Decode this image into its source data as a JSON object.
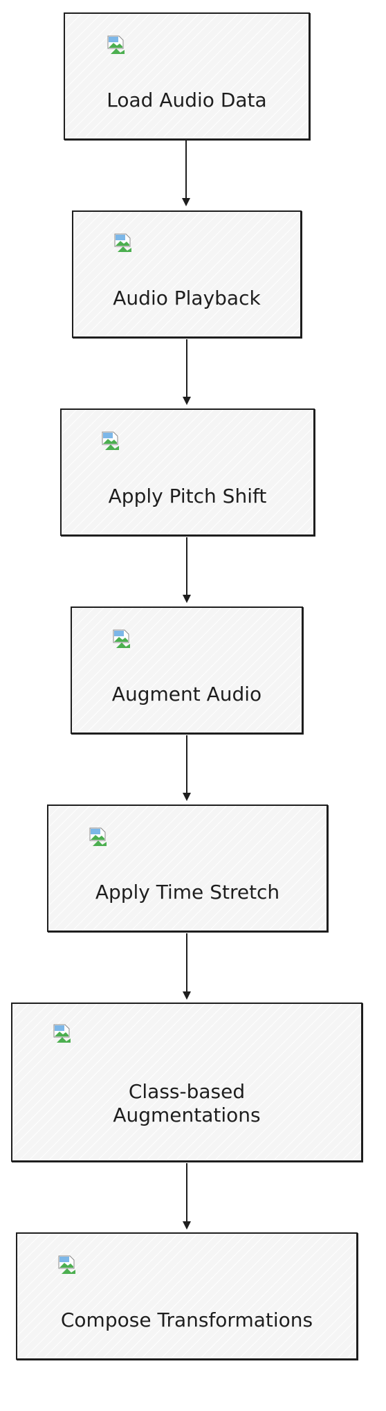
{
  "diagram": {
    "nodes": [
      {
        "id": "load-audio-data",
        "label": "Load Audio Data",
        "icon": "broken-image-icon"
      },
      {
        "id": "audio-playback",
        "label": "Audio Playback",
        "icon": "broken-image-icon"
      },
      {
        "id": "apply-pitch-shift",
        "label": "Apply Pitch Shift",
        "icon": "broken-image-icon"
      },
      {
        "id": "augment-audio",
        "label": "Augment Audio",
        "icon": "broken-image-icon"
      },
      {
        "id": "apply-time-stretch",
        "label": "Apply Time Stretch",
        "icon": "broken-image-icon"
      },
      {
        "id": "class-based-augmentations",
        "label": "Class-based\nAugmentations",
        "icon": "broken-image-icon"
      },
      {
        "id": "compose-transformations",
        "label": "Compose Transformations",
        "icon": "broken-image-icon"
      }
    ],
    "edges": [
      {
        "from": "load-audio-data",
        "to": "audio-playback"
      },
      {
        "from": "audio-playback",
        "to": "apply-pitch-shift"
      },
      {
        "from": "apply-pitch-shift",
        "to": "augment-audio"
      },
      {
        "from": "augment-audio",
        "to": "apply-time-stretch"
      },
      {
        "from": "apply-time-stretch",
        "to": "class-based-augmentations"
      },
      {
        "from": "class-based-augmentations",
        "to": "compose-transformations"
      }
    ],
    "colors": {
      "stroke": "#1e1e1e",
      "fill": "#f5f5f5"
    }
  }
}
